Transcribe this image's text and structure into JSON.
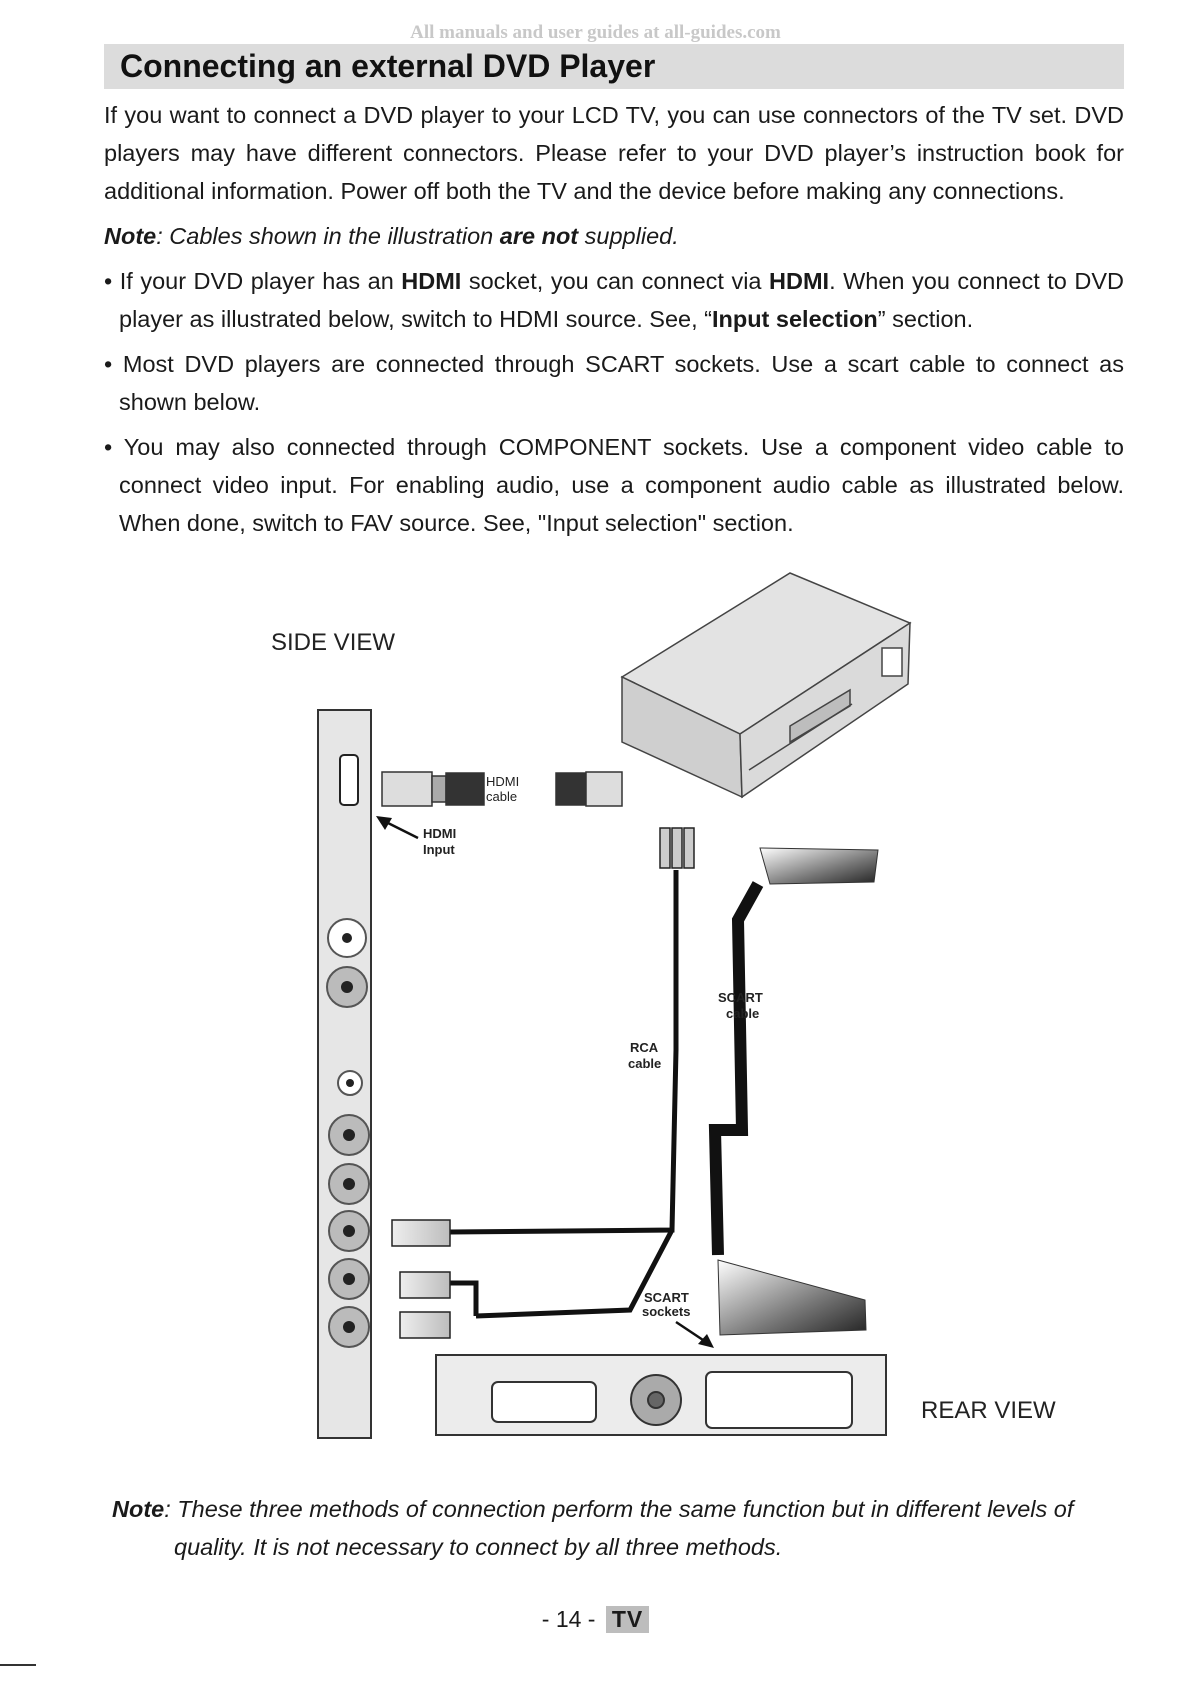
{
  "watermark": "All manuals and user guides at all-guides.com",
  "title": "Connecting an external DVD Player",
  "intro": "If you want to connect a DVD player to your LCD TV, you can use connectors of the TV set. DVD players may have different connectors. Please refer to your DVD player’s instruction book for additional information. Power off both the TV and the device before making any connections.",
  "note1": {
    "label": "Note",
    "text_a": ": Cables shown in the illustration ",
    "bold": "are not",
    "text_b": " supplied."
  },
  "bullet1": {
    "p1": "• If your DVD player has an ",
    "b1": "HDMI",
    "p2": " socket, you can connect via ",
    "b2": "HDMI",
    "p3": ". When you connect to DVD player as illustrated below, switch to HDMI source. See, “",
    "b3": "Input selection",
    "p4": "” section."
  },
  "bullet2": "• Most DVD players are connected through SCART sockets. Use a scart cable to connect as shown below.",
  "bullet3": "• You may also connected through COMPONENT sockets. Use a component video cable to connect video input. For enabling audio, use a component audio cable as illustrated below. When done, switch to FAV source. See, \"Input selection\" section.",
  "diagram": {
    "side_view": "SIDE VIEW",
    "rear_view": "REAR VIEW",
    "hdmi_cable_1": "HDMI",
    "hdmi_cable_2": "cable",
    "hdmi_input_1": "HDMI",
    "hdmi_input_2": "Input",
    "scart_cable_1": "SCART",
    "scart_cable_2": "cable",
    "rca_cable_1": "RCA",
    "rca_cable_2": "cable",
    "scart_sockets_1": "SCART",
    "scart_sockets_2": "sockets"
  },
  "note2": {
    "label": "Note",
    "line1": ": These three methods of connection perform the same function but in different levels of",
    "line2": "quality.  It is not necessary to connect by all three methods."
  },
  "footer": {
    "page": "- 14 -",
    "badge": "TV"
  }
}
